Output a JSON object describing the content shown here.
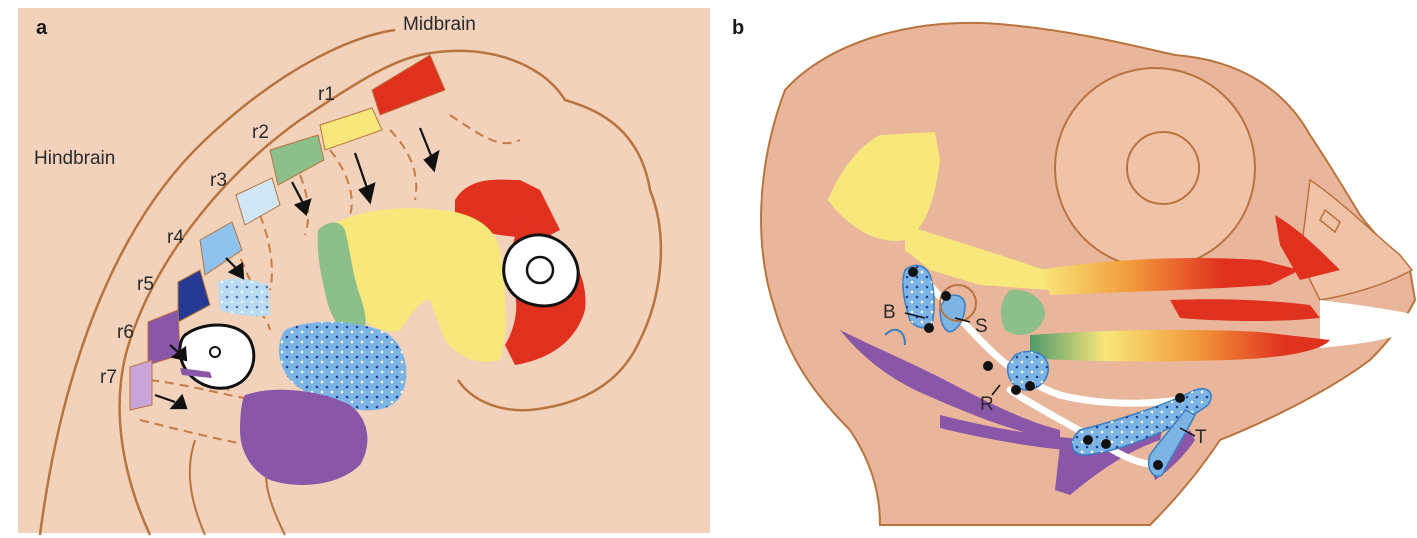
{
  "panels": [
    {
      "id": "a",
      "letter": "a"
    },
    {
      "id": "b",
      "letter": "b"
    }
  ],
  "panel_a": {
    "midbrain_label": "Midbrain",
    "hindbrain_label": "Hindbrain",
    "rhombomeres": [
      "r1",
      "r2",
      "r3",
      "r4",
      "r5",
      "r6",
      "r7"
    ]
  },
  "panel_b": {
    "structure_labels": [
      "B",
      "S",
      "R",
      "T"
    ]
  },
  "colors": {
    "background": "#f3d2bc",
    "outline": "#b8743e",
    "red": "#e0311f",
    "yellow": "#f8e77a",
    "green": "#8cbf8a",
    "light_blue": "#b9dcf3",
    "blue": "#7db4e6",
    "dark_blue": "#263a93",
    "purple": "#8a56a8",
    "lavender": "#c9a4d9"
  }
}
